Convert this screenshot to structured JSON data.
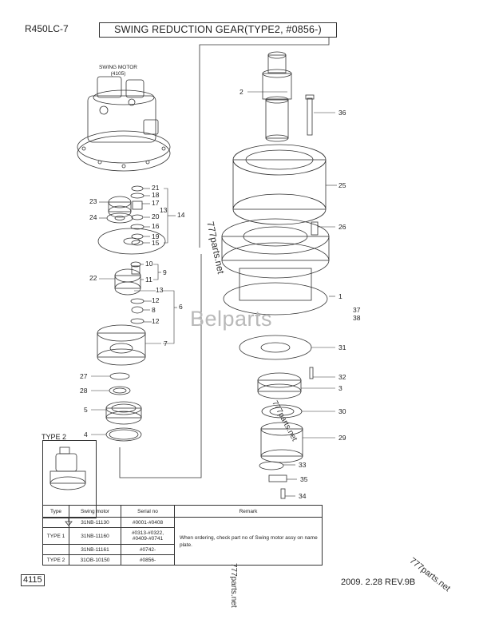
{
  "header": {
    "model": "R450LC-7",
    "title": "SWING REDUCTION GEAR(TYPE2, #0856-)"
  },
  "motor_caption": {
    "line1": "SWING MOTOR",
    "line2": "(4105)"
  },
  "type2_label": "TYPE 2",
  "callouts": {
    "left": [
      "21",
      "18",
      "17",
      "13",
      "20",
      "14",
      "16",
      "19",
      "15",
      "23",
      "24",
      "10",
      "9",
      "11",
      "22",
      "13",
      "12",
      "8",
      "6",
      "12",
      "7",
      "27",
      "28",
      "5",
      "4"
    ],
    "right": [
      "2",
      "36",
      "25",
      "26",
      "1",
      "37",
      "38",
      "31",
      "32",
      "3",
      "30",
      "29",
      "33",
      "35",
      "34"
    ]
  },
  "table": {
    "headers": [
      "Type",
      "Swing motor",
      "Serial no",
      "Remark"
    ],
    "rows": [
      {
        "type": "",
        "motor": "31NB-11130",
        "serial": "#0001-#0408"
      },
      {
        "type": "TYPE 1",
        "motor": "31NB-11160",
        "serial": "#0313-#0322, #0409-#0741"
      },
      {
        "type": "",
        "motor": "31NB-11161",
        "serial": "#0742-"
      },
      {
        "type": "TYPE 2",
        "motor": "31OB-10150",
        "serial": "#0856-"
      }
    ],
    "remark": "When ordering, check part no of Swing motor assy on name plate."
  },
  "footer": {
    "page": "4115",
    "date": "2009. 2.28  REV.9B"
  },
  "watermarks": {
    "main": "Belparts",
    "site1": "777parts.net",
    "site2": "777parts.net",
    "site3": "777parts.net",
    "site4": "777parts.net"
  }
}
